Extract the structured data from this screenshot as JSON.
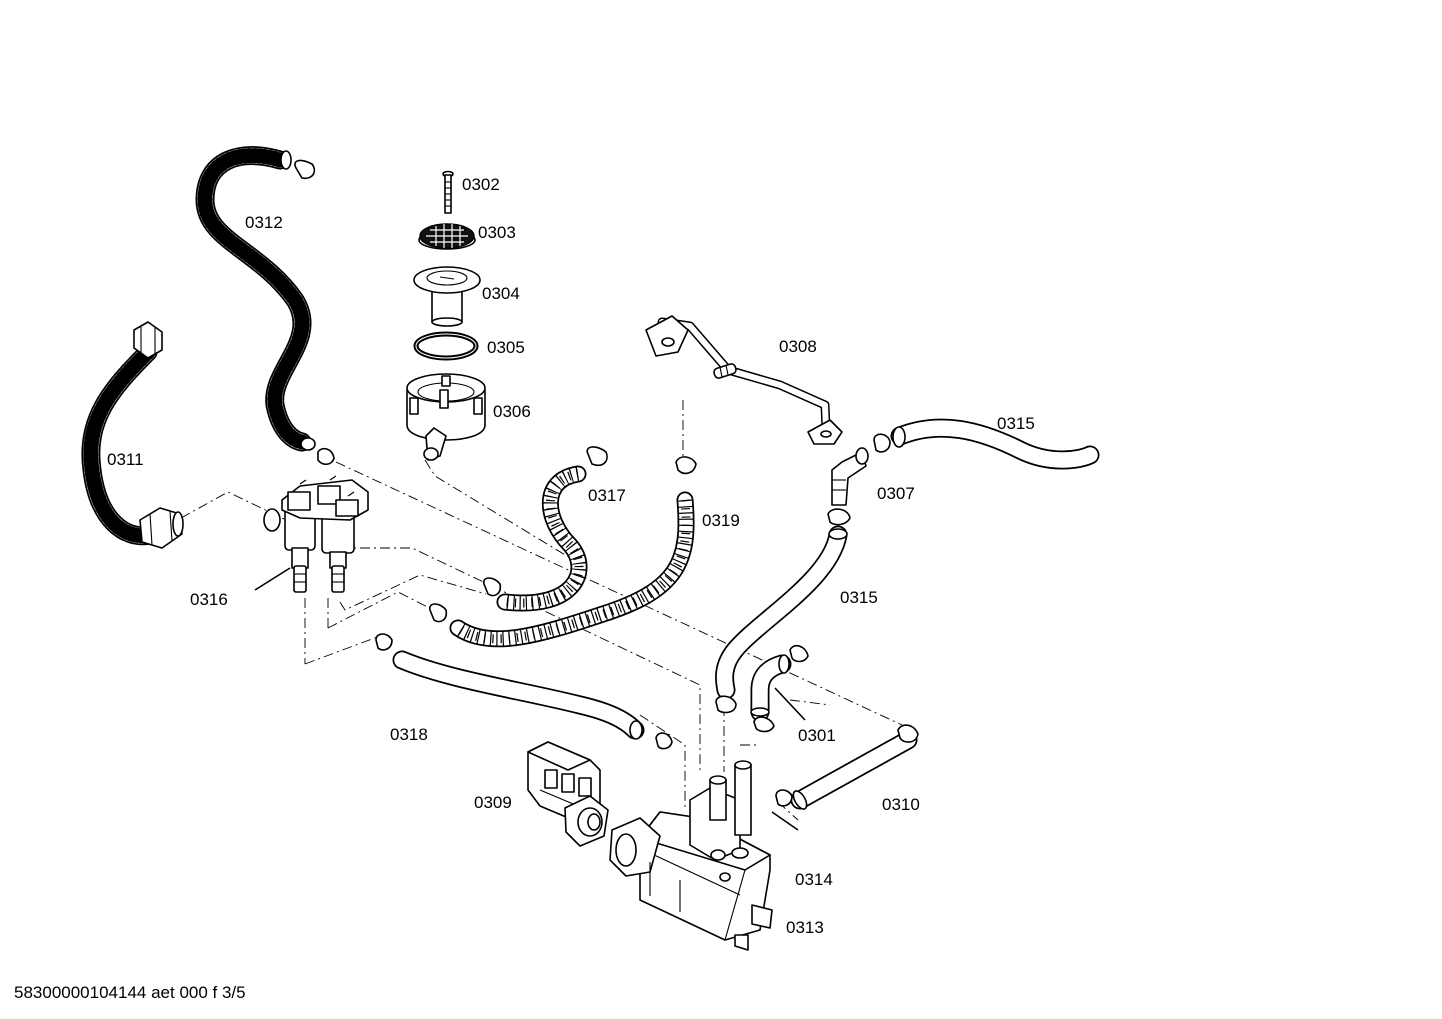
{
  "labels": {
    "p0301": "0301",
    "p0302": "0302",
    "p0303": "0303",
    "p0304": "0304",
    "p0305": "0305",
    "p0306": "0306",
    "p0307": "0307",
    "p0308": "0308",
    "p0309": "0309",
    "p0310": "0310",
    "p0311": "0311",
    "p0312": "0312",
    "p0313": "0313",
    "p0314": "0314",
    "p0315a": "0315",
    "p0315b": "0315",
    "p0316": "0316",
    "p0317": "0317",
    "p0318": "0318",
    "p0319": "0319"
  },
  "footer": {
    "code": "58300000104144 aet 000 f 3/5"
  }
}
